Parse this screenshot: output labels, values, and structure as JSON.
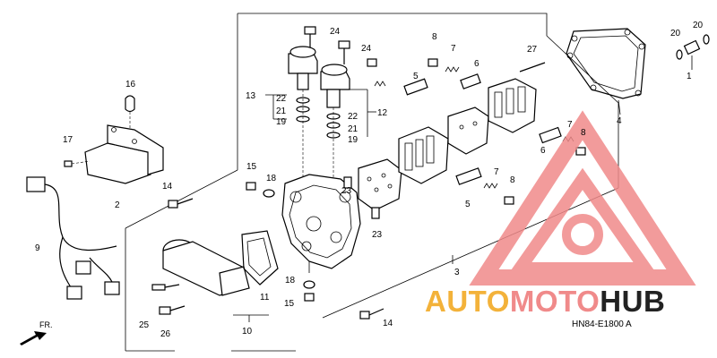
{
  "diagram": {
    "callouts": [
      "1",
      "2",
      "3",
      "4",
      "5",
      "5",
      "6",
      "6",
      "7",
      "7",
      "7",
      "8",
      "8",
      "8",
      "9",
      "10",
      "11",
      "12",
      "13",
      "14",
      "14",
      "15",
      "15",
      "16",
      "17",
      "18",
      "18",
      "19",
      "19",
      "20",
      "20",
      "21",
      "21",
      "22",
      "22",
      "23",
      "23",
      "24",
      "24",
      "25",
      "26",
      "27"
    ],
    "direction_label": "FR.",
    "part_code": "HN84-E1800 A"
  },
  "watermark": {
    "text_a": "AUTO",
    "text_b": "MOTO",
    "text_c": "HUB",
    "colors": {
      "accent": "#f3b23a",
      "logo": "#f08a8a",
      "dark": "#222222"
    }
  }
}
